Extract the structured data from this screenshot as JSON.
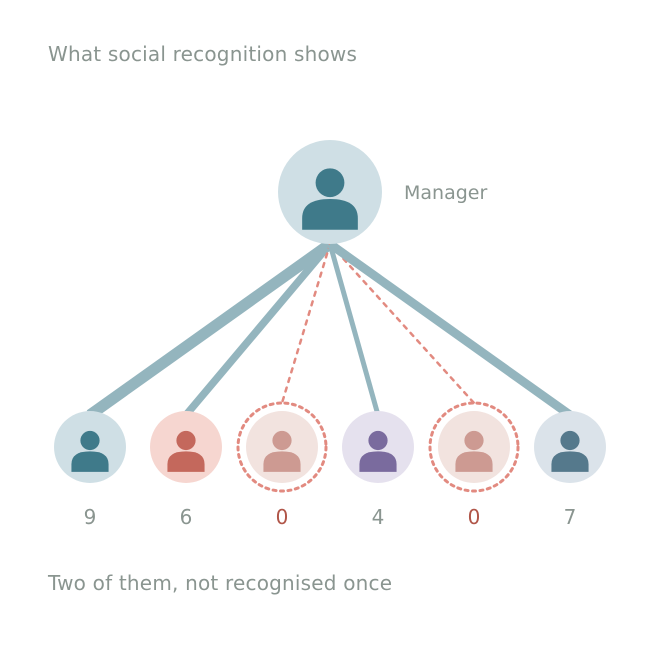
{
  "title": "What social recognition shows",
  "caption": "Two of them, not recognised once",
  "manager": {
    "label": "Manager",
    "icon": "person-icon",
    "bg_color": "#cfdfe5",
    "icon_color": "#3f7a8a"
  },
  "colors": {
    "edge_solid": "#94b5be",
    "edge_dashed": "#e28a80",
    "count_default": "#8a9590",
    "count_zero": "#b05548"
  },
  "members": [
    {
      "count": "9",
      "recognised": true,
      "bg_color": "#cfdfe5",
      "icon_color": "#3f7a8a",
      "icon": "person-icon"
    },
    {
      "count": "6",
      "recognised": true,
      "bg_color": "#f6d6d0",
      "icon_color": "#c4685c",
      "icon": "person-icon"
    },
    {
      "count": "0",
      "recognised": false,
      "bg_color": "#f2e3df",
      "icon_color": "#cd9a92",
      "icon": "person-icon"
    },
    {
      "count": "4",
      "recognised": true,
      "bg_color": "#e5e1ee",
      "icon_color": "#7a6b9e",
      "icon": "person-icon"
    },
    {
      "count": "0",
      "recognised": false,
      "bg_color": "#f2e3df",
      "icon_color": "#cd9a92",
      "icon": "person-icon"
    },
    {
      "count": "7",
      "recognised": true,
      "bg_color": "#dbe3ea",
      "icon_color": "#55798c",
      "icon": "person-icon"
    }
  ]
}
